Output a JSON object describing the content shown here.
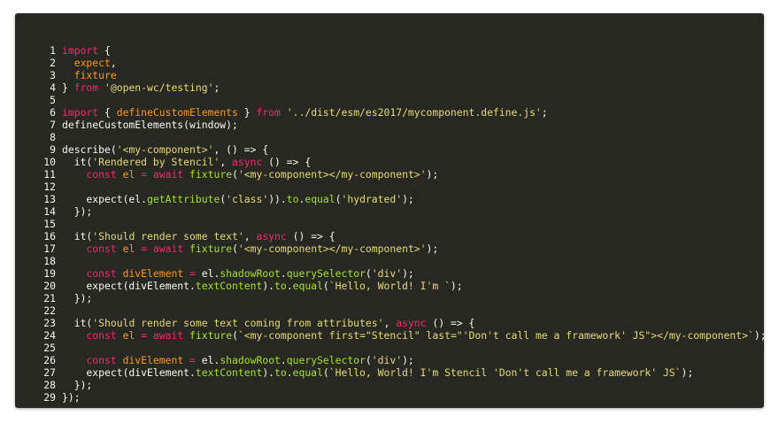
{
  "editor": {
    "colors": {
      "background": "#272822",
      "text": "#f8f8f2",
      "keyword": "#f92672",
      "string": "#e6db74",
      "function": "#a6e22e",
      "variable": "#fd971f"
    },
    "lines": [
      {
        "n": "1",
        "tokens": [
          {
            "t": "import",
            "c": "kw"
          },
          {
            "t": " {",
            "c": ""
          }
        ]
      },
      {
        "n": "2",
        "tokens": [
          {
            "t": "  ",
            "c": ""
          },
          {
            "t": "expect",
            "c": "var"
          },
          {
            "t": ",",
            "c": ""
          }
        ]
      },
      {
        "n": "3",
        "tokens": [
          {
            "t": "  ",
            "c": ""
          },
          {
            "t": "fixture",
            "c": "var"
          }
        ]
      },
      {
        "n": "4",
        "tokens": [
          {
            "t": "} ",
            "c": ""
          },
          {
            "t": "from",
            "c": "kw"
          },
          {
            "t": " ",
            "c": ""
          },
          {
            "t": "'@open-wc/testing'",
            "c": "str"
          },
          {
            "t": ";",
            "c": ""
          }
        ]
      },
      {
        "n": "5",
        "tokens": []
      },
      {
        "n": "6",
        "tokens": [
          {
            "t": "import",
            "c": "kw"
          },
          {
            "t": " { ",
            "c": ""
          },
          {
            "t": "defineCustomElements",
            "c": "var"
          },
          {
            "t": " } ",
            "c": ""
          },
          {
            "t": "from",
            "c": "kw"
          },
          {
            "t": " ",
            "c": ""
          },
          {
            "t": "'../dist/esm/es2017/mycomponent.define.js'",
            "c": "str"
          },
          {
            "t": ";",
            "c": ""
          }
        ]
      },
      {
        "n": "7",
        "tokens": [
          {
            "t": "defineCustomElements(window);",
            "c": ""
          }
        ]
      },
      {
        "n": "8",
        "tokens": []
      },
      {
        "n": "9",
        "tokens": [
          {
            "t": "describe(",
            "c": ""
          },
          {
            "t": "'<my-component>'",
            "c": "str"
          },
          {
            "t": ", () => {",
            "c": ""
          }
        ]
      },
      {
        "n": "10",
        "tokens": [
          {
            "t": "  it(",
            "c": ""
          },
          {
            "t": "'Rendered by Stencil'",
            "c": "str"
          },
          {
            "t": ", ",
            "c": ""
          },
          {
            "t": "async",
            "c": "kw"
          },
          {
            "t": " () => {",
            "c": ""
          }
        ]
      },
      {
        "n": "11",
        "tokens": [
          {
            "t": "    ",
            "c": ""
          },
          {
            "t": "const",
            "c": "kw"
          },
          {
            "t": " ",
            "c": ""
          },
          {
            "t": "el",
            "c": "var"
          },
          {
            "t": " ",
            "c": ""
          },
          {
            "t": "=",
            "c": "kw"
          },
          {
            "t": " ",
            "c": ""
          },
          {
            "t": "await",
            "c": "kw"
          },
          {
            "t": " ",
            "c": ""
          },
          {
            "t": "fixture",
            "c": "fn"
          },
          {
            "t": "(",
            "c": ""
          },
          {
            "t": "'<my-component></my-component>'",
            "c": "str"
          },
          {
            "t": ");",
            "c": ""
          }
        ]
      },
      {
        "n": "12",
        "tokens": []
      },
      {
        "n": "13",
        "tokens": [
          {
            "t": "    expect(el.",
            "c": ""
          },
          {
            "t": "getAttribute",
            "c": "fn"
          },
          {
            "t": "(",
            "c": ""
          },
          {
            "t": "'class'",
            "c": "str"
          },
          {
            "t": ")).",
            "c": ""
          },
          {
            "t": "to",
            "c": "fn"
          },
          {
            "t": ".",
            "c": ""
          },
          {
            "t": "equal",
            "c": "fn"
          },
          {
            "t": "(",
            "c": ""
          },
          {
            "t": "'hydrated'",
            "c": "str"
          },
          {
            "t": ");",
            "c": ""
          }
        ]
      },
      {
        "n": "14",
        "tokens": [
          {
            "t": "  });",
            "c": ""
          }
        ]
      },
      {
        "n": "15",
        "tokens": []
      },
      {
        "n": "16",
        "tokens": [
          {
            "t": "  it(",
            "c": ""
          },
          {
            "t": "'Should render some text'",
            "c": "str"
          },
          {
            "t": ", ",
            "c": ""
          },
          {
            "t": "async",
            "c": "kw"
          },
          {
            "t": " () => {",
            "c": ""
          }
        ]
      },
      {
        "n": "17",
        "tokens": [
          {
            "t": "    ",
            "c": ""
          },
          {
            "t": "const",
            "c": "kw"
          },
          {
            "t": " ",
            "c": ""
          },
          {
            "t": "el",
            "c": "var"
          },
          {
            "t": " ",
            "c": ""
          },
          {
            "t": "=",
            "c": "kw"
          },
          {
            "t": " ",
            "c": ""
          },
          {
            "t": "await",
            "c": "kw"
          },
          {
            "t": " ",
            "c": ""
          },
          {
            "t": "fixture",
            "c": "fn"
          },
          {
            "t": "(",
            "c": ""
          },
          {
            "t": "'<my-component></my-component>'",
            "c": "str"
          },
          {
            "t": ");",
            "c": ""
          }
        ]
      },
      {
        "n": "18",
        "tokens": []
      },
      {
        "n": "19",
        "tokens": [
          {
            "t": "    ",
            "c": ""
          },
          {
            "t": "const",
            "c": "kw"
          },
          {
            "t": " ",
            "c": ""
          },
          {
            "t": "divElement",
            "c": "var"
          },
          {
            "t": " ",
            "c": ""
          },
          {
            "t": "=",
            "c": "kw"
          },
          {
            "t": " el.",
            "c": ""
          },
          {
            "t": "shadowRoot",
            "c": "fn"
          },
          {
            "t": ".",
            "c": ""
          },
          {
            "t": "querySelector",
            "c": "fn"
          },
          {
            "t": "(",
            "c": ""
          },
          {
            "t": "'div'",
            "c": "str"
          },
          {
            "t": ");",
            "c": ""
          }
        ]
      },
      {
        "n": "20",
        "tokens": [
          {
            "t": "    expect(divElement.",
            "c": ""
          },
          {
            "t": "textContent",
            "c": "fn"
          },
          {
            "t": ").",
            "c": ""
          },
          {
            "t": "to",
            "c": "fn"
          },
          {
            "t": ".",
            "c": ""
          },
          {
            "t": "equal",
            "c": "fn"
          },
          {
            "t": "(",
            "c": ""
          },
          {
            "t": "`Hello, World! I'm `",
            "c": "str"
          },
          {
            "t": ");",
            "c": ""
          }
        ]
      },
      {
        "n": "21",
        "tokens": [
          {
            "t": "  });",
            "c": ""
          }
        ]
      },
      {
        "n": "22",
        "tokens": []
      },
      {
        "n": "23",
        "tokens": [
          {
            "t": "  it(",
            "c": ""
          },
          {
            "t": "'Should render some text coming from attributes'",
            "c": "str"
          },
          {
            "t": ", ",
            "c": ""
          },
          {
            "t": "async",
            "c": "kw"
          },
          {
            "t": " () => {",
            "c": ""
          }
        ]
      },
      {
        "n": "24",
        "tokens": [
          {
            "t": "    ",
            "c": ""
          },
          {
            "t": "const",
            "c": "kw"
          },
          {
            "t": " ",
            "c": ""
          },
          {
            "t": "el",
            "c": "var"
          },
          {
            "t": " ",
            "c": ""
          },
          {
            "t": "=",
            "c": "kw"
          },
          {
            "t": " ",
            "c": ""
          },
          {
            "t": "await",
            "c": "kw"
          },
          {
            "t": " ",
            "c": ""
          },
          {
            "t": "fixture",
            "c": "fn"
          },
          {
            "t": "(",
            "c": ""
          },
          {
            "t": "`<my-component first=\"Stencil\" last=\"'Don't call me a framework' JS\"></my-component>`",
            "c": "str"
          },
          {
            "t": ");",
            "c": ""
          }
        ]
      },
      {
        "n": "25",
        "tokens": []
      },
      {
        "n": "26",
        "tokens": [
          {
            "t": "    ",
            "c": ""
          },
          {
            "t": "const",
            "c": "kw"
          },
          {
            "t": " ",
            "c": ""
          },
          {
            "t": "divElement",
            "c": "var"
          },
          {
            "t": " ",
            "c": ""
          },
          {
            "t": "=",
            "c": "kw"
          },
          {
            "t": " el.",
            "c": ""
          },
          {
            "t": "shadowRoot",
            "c": "fn"
          },
          {
            "t": ".",
            "c": ""
          },
          {
            "t": "querySelector",
            "c": "fn"
          },
          {
            "t": "(",
            "c": ""
          },
          {
            "t": "'div'",
            "c": "str"
          },
          {
            "t": ");",
            "c": ""
          }
        ]
      },
      {
        "n": "27",
        "tokens": [
          {
            "t": "    expect(divElement.",
            "c": ""
          },
          {
            "t": "textContent",
            "c": "fn"
          },
          {
            "t": ").",
            "c": ""
          },
          {
            "t": "to",
            "c": "fn"
          },
          {
            "t": ".",
            "c": ""
          },
          {
            "t": "equal",
            "c": "fn"
          },
          {
            "t": "(",
            "c": ""
          },
          {
            "t": "`Hello, World! I'm Stencil 'Don't call me a framework' JS`",
            "c": "str"
          },
          {
            "t": ");",
            "c": ""
          }
        ]
      },
      {
        "n": "28",
        "tokens": [
          {
            "t": "  });",
            "c": ""
          }
        ]
      },
      {
        "n": "29",
        "tokens": [
          {
            "t": "});",
            "c": ""
          }
        ]
      }
    ]
  }
}
